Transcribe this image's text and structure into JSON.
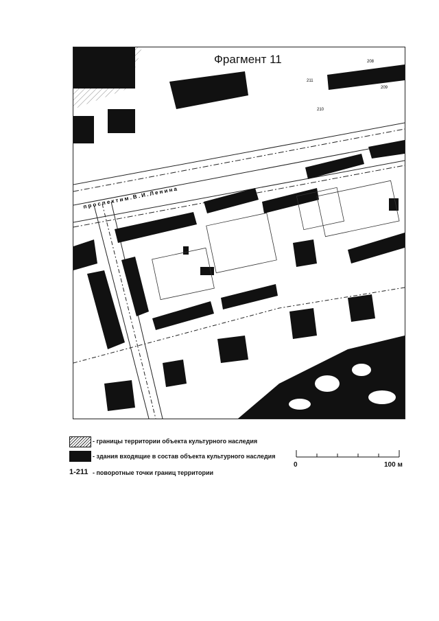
{
  "map": {
    "fragment_title": "Фрагмент 11",
    "street_label": "п р о с п е к т   и м .   В . И .   Л е н и н а",
    "point_labels": [
      "208",
      "211",
      "209",
      "210"
    ]
  },
  "legend": {
    "hatch_text": "- границы территории объекта культурного наследия",
    "solid_text": "- здания входящие в состав объекта культурного наследия",
    "point_key": "1-211",
    "point_text": "- поворотные точки границ территории"
  },
  "scale": {
    "start": "0",
    "end": "100 м"
  },
  "colors": {
    "ink": "#111111",
    "paper": "#ffffff"
  }
}
